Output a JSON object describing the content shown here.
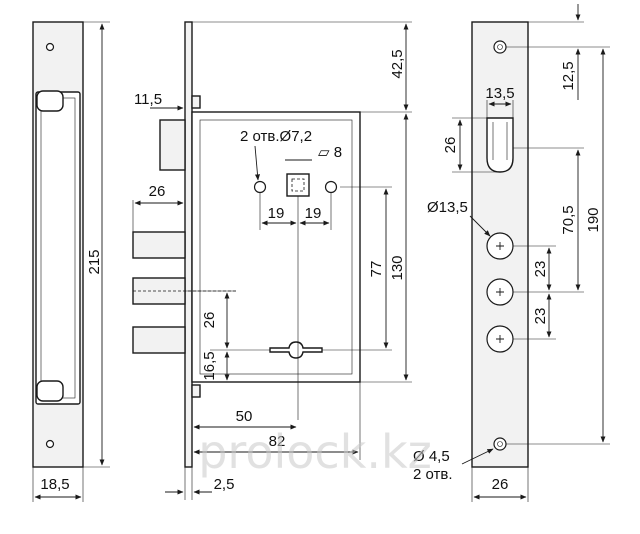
{
  "colors": {
    "line": "#1a1a1a",
    "text": "#111111",
    "part_fill": "#f2f2f2",
    "watermark": "#c9c9c9"
  },
  "watermark": "prolock.kz",
  "views": {
    "left_strip": {
      "height": "215",
      "width": "18,5"
    },
    "side_view": {
      "bolt_offset": "11,5",
      "bolt_length": "26",
      "holes_label": "2 отв.Ø7,2",
      "spindle_square": "▱ 8",
      "spacing_left": "19",
      "spacing_right": "19",
      "backset": "50",
      "total_width": "82",
      "faceplate_thickness": "2,5",
      "keyhole_to_spindle": "77",
      "body_height": "130",
      "top_offset": "42,5",
      "bolt_pitch": "26",
      "keyhole_offset": "16,5"
    },
    "front_view": {
      "top_hole": "12,5",
      "latch_width": "13,5",
      "latch_height": "26",
      "bolt_diameter": "Ø13,5",
      "bolt_pitch_1": "23",
      "bolt_pitch_2": "23",
      "latch_to_bolt": "70,5",
      "hole_pitch": "190",
      "screw_holes": "Ø 4,5",
      "screw_holes_count": "2 отв.",
      "width": "26"
    }
  }
}
